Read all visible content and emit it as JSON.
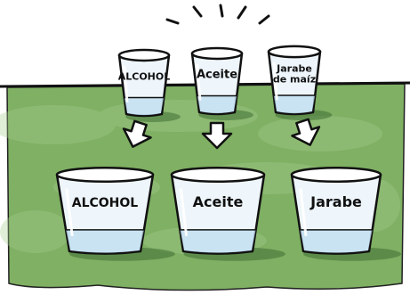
{
  "colors": {
    "mat": "#7fb063",
    "mat_dark": "#5e9148",
    "mat_light": "#a7cf8e",
    "glass_fill": "#eef6fb",
    "glass_shade": "#b9dcef",
    "outline": "#111111",
    "arrow_fill": "#ffffff",
    "shadow": "#3f6d34"
  },
  "small_glasses": [
    {
      "label": "ALCOHOL",
      "lines": [
        "ALCOHOL"
      ]
    },
    {
      "label": "Aceite",
      "lines": [
        "Aceite"
      ]
    },
    {
      "label": "Jarabe de maíz",
      "lines": [
        "Jarabe",
        "de maíz"
      ]
    }
  ],
  "big_glasses": [
    {
      "label": "ALCOHOL",
      "lines": [
        "ALCOHOL"
      ]
    },
    {
      "label": "Aceite",
      "lines": [
        "Aceite"
      ]
    },
    {
      "label": "Jarabe",
      "lines": [
        "Jarabe"
      ]
    }
  ],
  "icons": {
    "arrow": "down-arrow-icon",
    "sparkle": "sparkle-lines-icon"
  }
}
